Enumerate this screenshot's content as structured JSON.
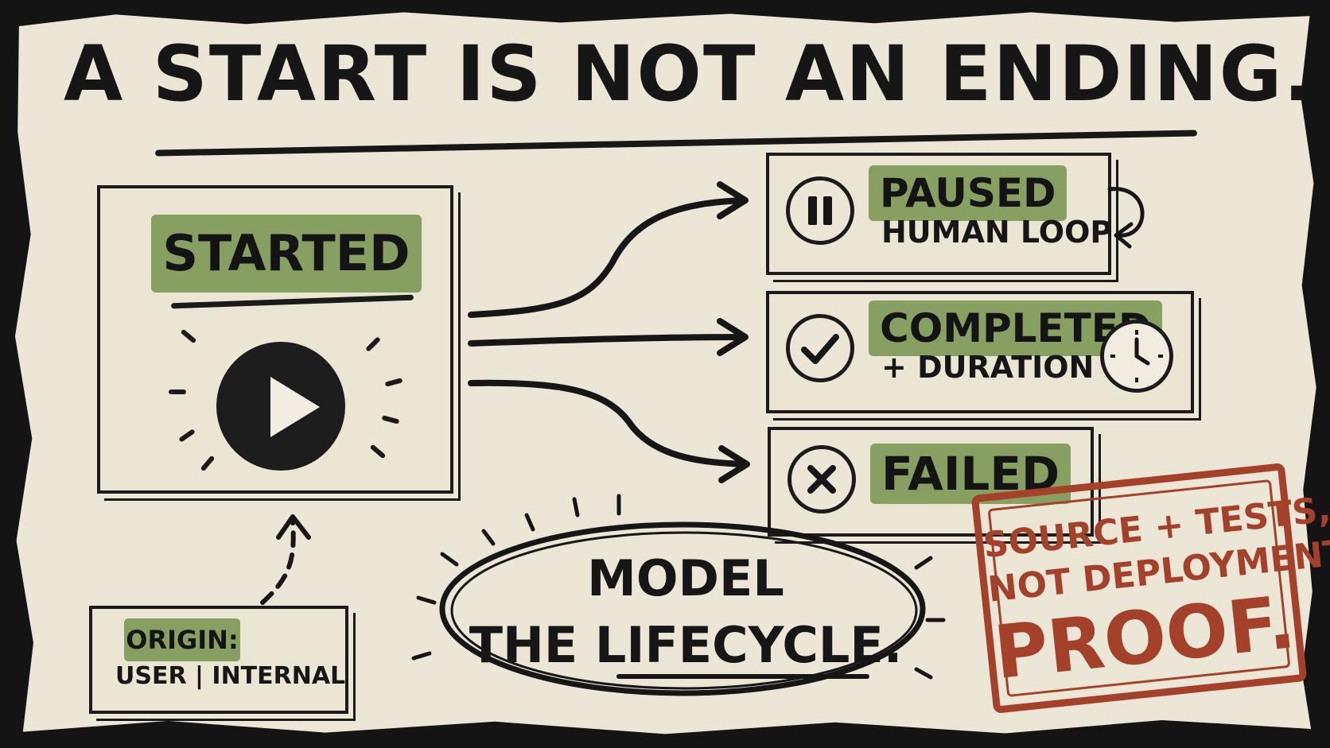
{
  "title": "A START IS NOT AN ENDING.",
  "start_node": {
    "label": "STARTED"
  },
  "states": [
    {
      "id": "paused",
      "title": "PAUSED",
      "subtitle": "HUMAN LOOP",
      "icon": "pause-icon"
    },
    {
      "id": "completed",
      "title": "COMPLETED",
      "subtitle": "+ DURATION",
      "icon": "check-icon",
      "extra_icon": "clock-icon"
    },
    {
      "id": "failed",
      "title": "FAILED",
      "subtitle": "",
      "icon": "x-icon"
    }
  ],
  "origin": {
    "label": "ORIGIN:",
    "values": "USER | INTERNAL"
  },
  "callout": {
    "line1": "MODEL",
    "line2": "THE LIFECYCLE."
  },
  "stamp": {
    "line1": "SOURCE + TESTS,",
    "line2": "NOT DEPLOYMENT",
    "line3": "PROOF."
  },
  "colors": {
    "paper": "#ece6d6",
    "ink": "#161616",
    "highlight": "#87a062",
    "stamp": "#a4412b",
    "background": "#141414"
  }
}
